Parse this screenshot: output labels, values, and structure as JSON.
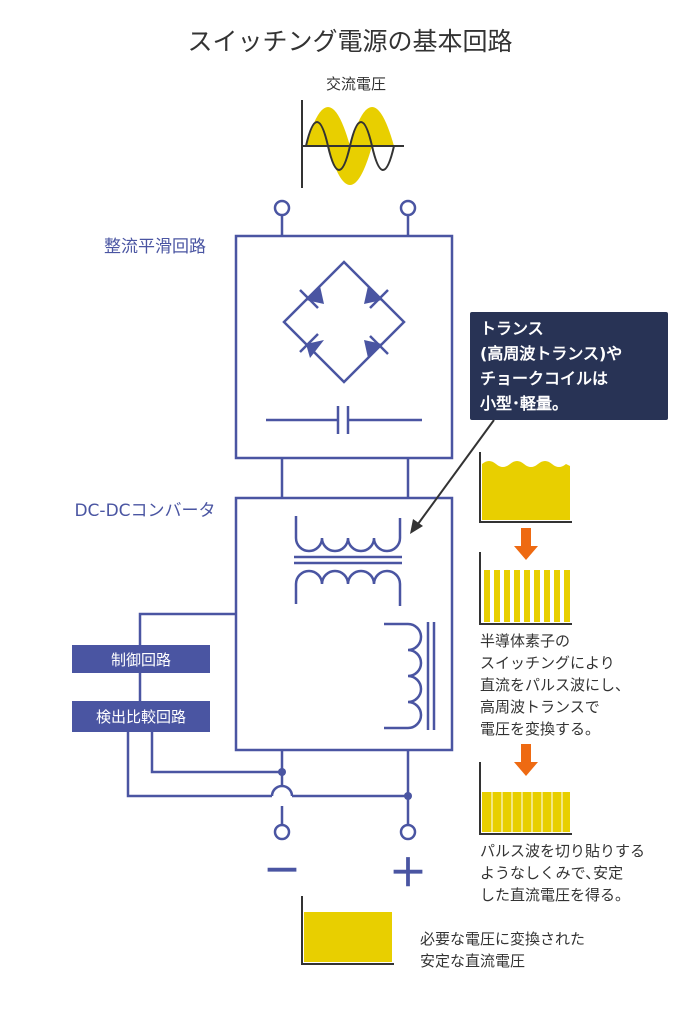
{
  "title": "スイッチング電源の基本回路",
  "ac_label": "交流電圧",
  "rectifier_label": "整流平滑回路",
  "dcdc_label": "DC-DCコンバータ",
  "control_label": "制御回路",
  "detect_label": "検出比較回路",
  "callout_lines": [
    "トランス",
    "(高周波トランス)や",
    "チョークコイルは",
    "小型･軽量。"
  ],
  "note1_lines": [
    "半導体素子の",
    "スイッチングにより",
    "直流をパルス波にし、",
    "高周波トランスで",
    "電圧を変換する。"
  ],
  "note2_lines": [
    "パルス波を切り貼りする",
    "ようなしくみで､安定",
    "した直流電圧を得る。"
  ],
  "note3_lines": [
    "必要な電圧に変換された",
    "安定な直流電圧"
  ],
  "minus_label": "－",
  "plus_label": "＋",
  "colors": {
    "circuit": "#4a55a2",
    "fill": "#e8cf00",
    "arrow": "#ee6a12",
    "callout_bg": "#283355",
    "label_box": "#4a55a2",
    "pulse_line": "#ffffff"
  }
}
